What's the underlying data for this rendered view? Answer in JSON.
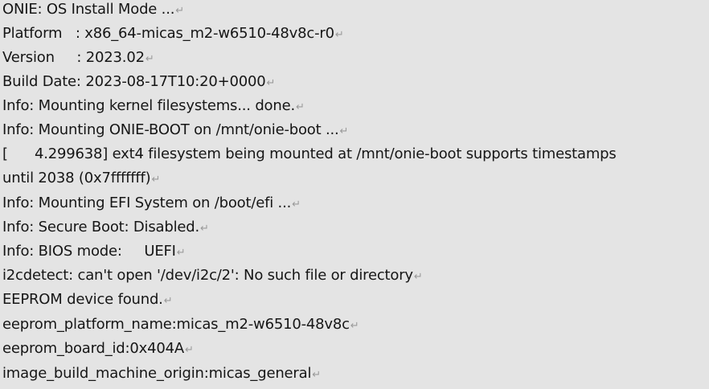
{
  "lines": [
    "ONIE: OS Install Mode ...",
    "Platform   : x86_64-micas_m2-w6510-48v8c-r0",
    "Version     : 2023.02",
    "Build Date: 2023-08-17T10:20+0000",
    "Info: Mounting kernel filesystems... done.",
    "Info: Mounting ONIE-BOOT on /mnt/onie-boot ...",
    "[      4.299638] ext4 filesystem being mounted at /mnt/onie-boot supports timestamps",
    "until 2038 (0x7fffffff)",
    "Info: Mounting EFI System on /boot/efi ...",
    "Info: Secure Boot: Disabled.",
    "Info: BIOS mode:     UEFI",
    "i2cdetect: can't open '/dev/i2c/2': No such file or directory",
    "EEPROM device found.",
    "eeprom_platform_name:micas_m2-w6510-48v8c",
    "eeprom_board_id:0x404A",
    "image_build_machine_origin:micas_general"
  ],
  "return_mark": "↵"
}
